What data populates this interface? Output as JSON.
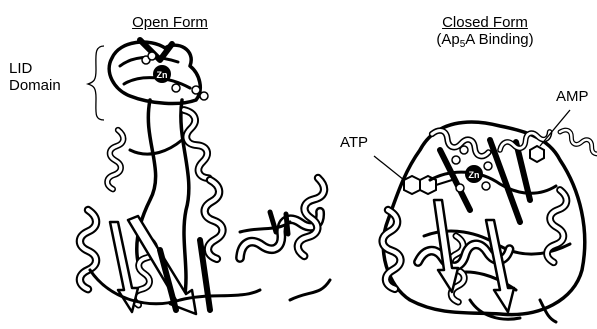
{
  "panels": [
    {
      "title": "Open Form",
      "subtitle": ""
    },
    {
      "title": "Closed Form",
      "subtitle_pre": "(Ap",
      "subtitle_sub": "5",
      "subtitle_post": "A Binding)"
    }
  ],
  "labels": {
    "lid_line1": "LID",
    "lid_line2": "Domain",
    "atp": "ATP",
    "amp": "AMP",
    "zn_open": "Zn",
    "zn_closed": "Zn"
  },
  "colors": {
    "ink": "#000000",
    "paper": "#ffffff",
    "ribbon_fill": "#ffffff"
  }
}
